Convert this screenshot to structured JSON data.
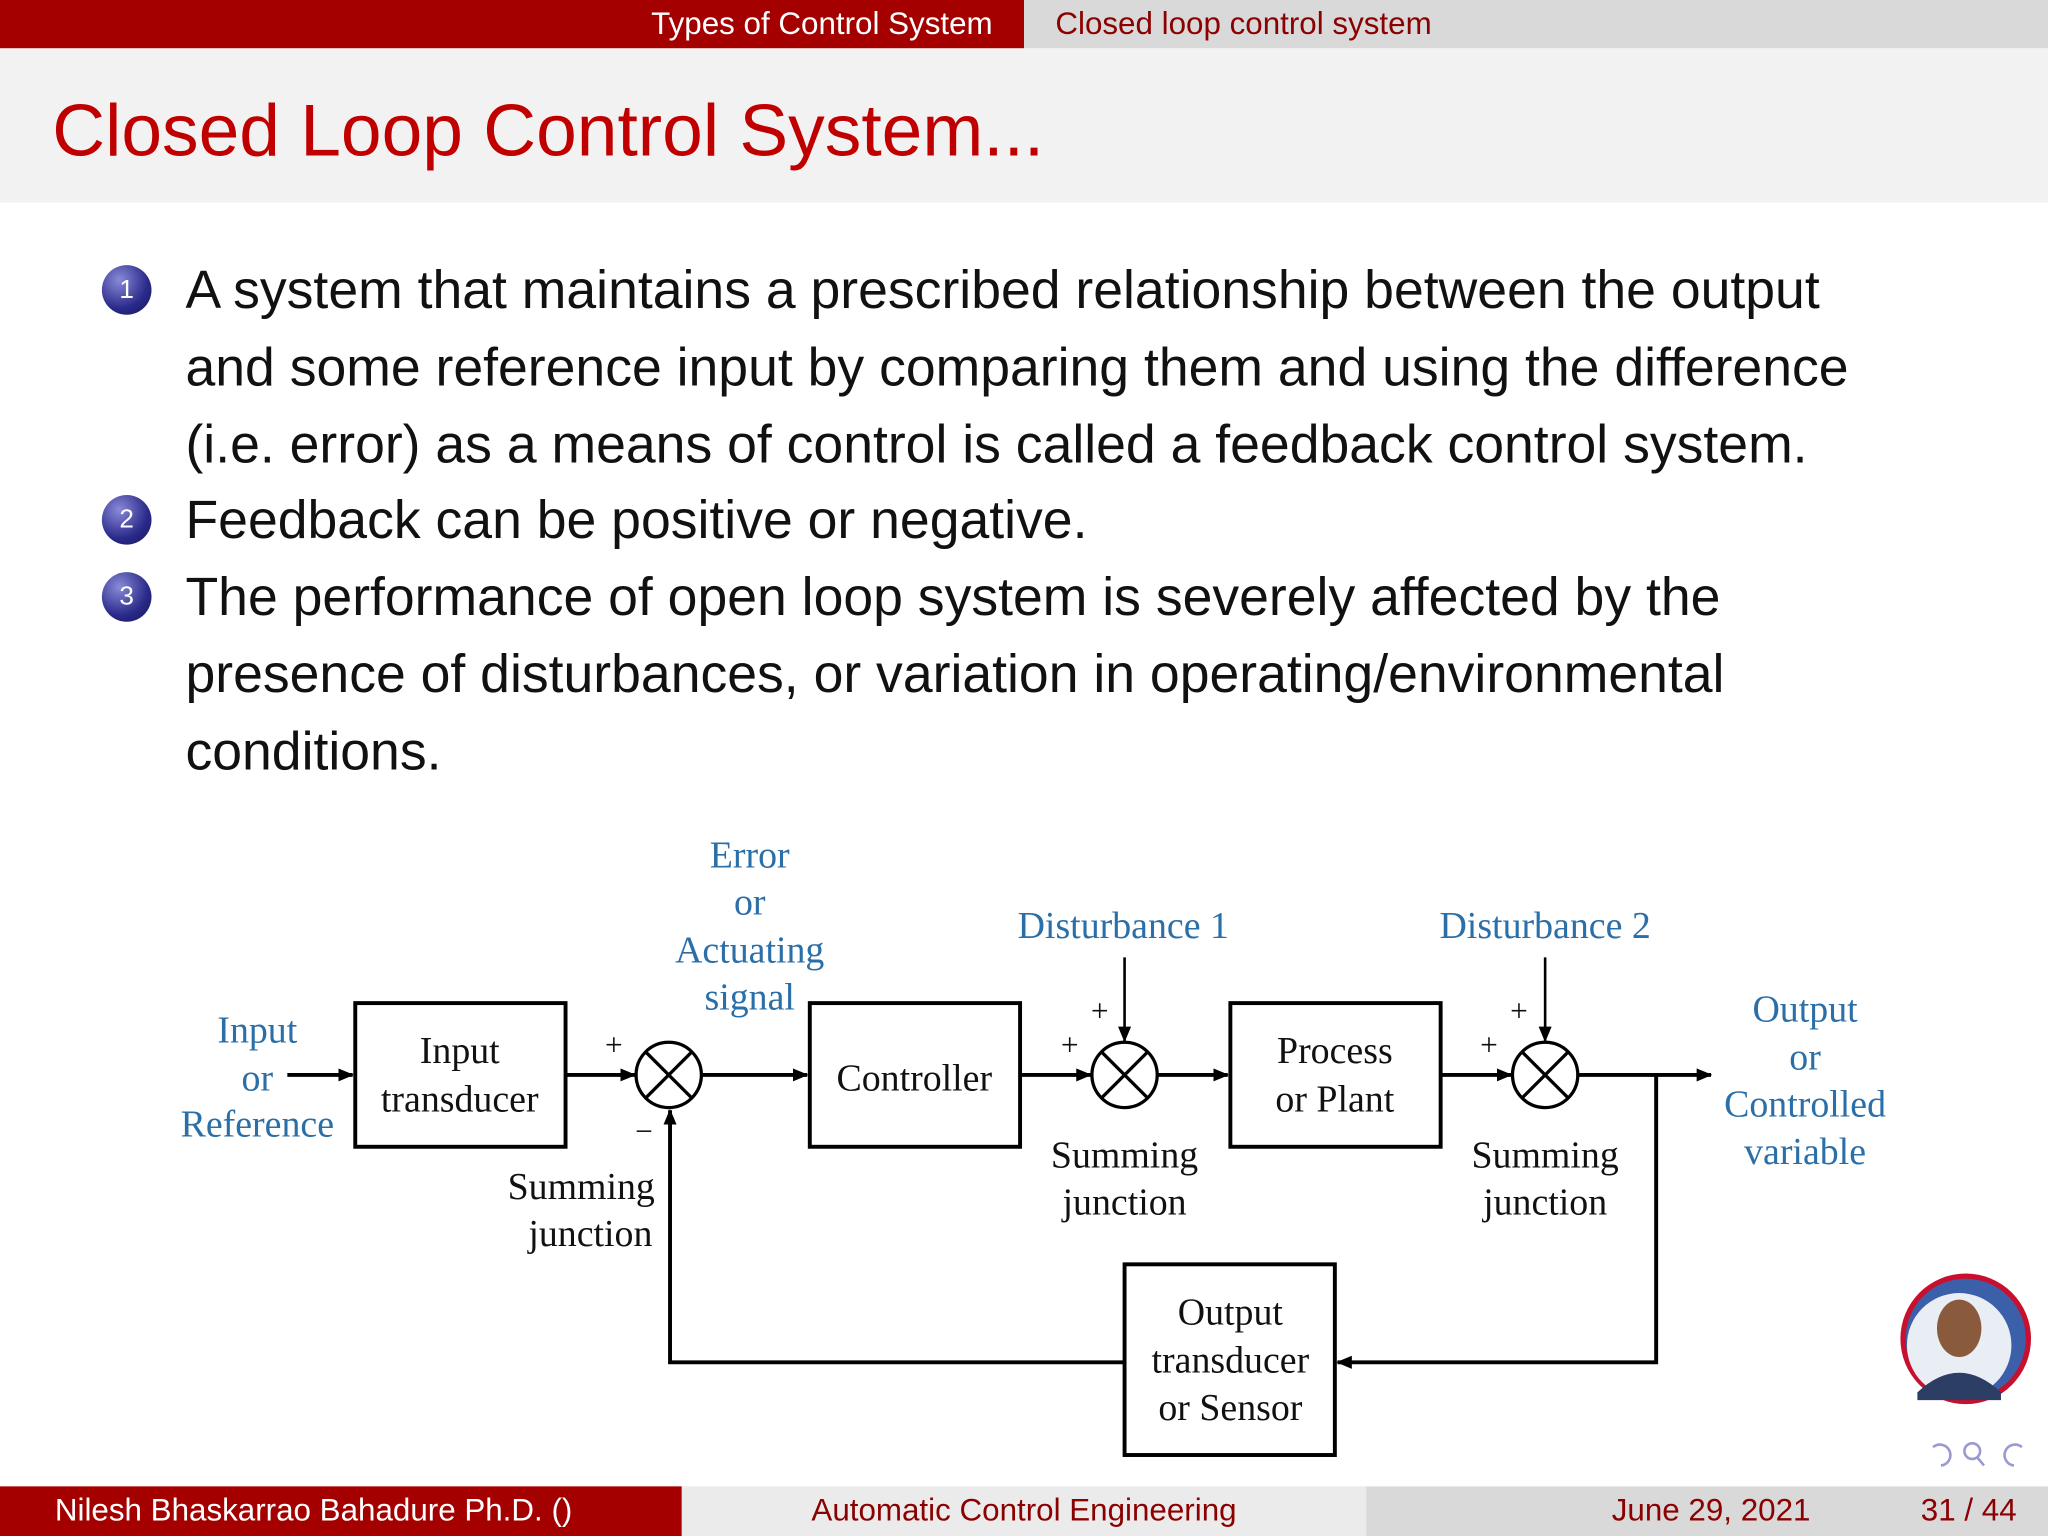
{
  "header": {
    "section": "Types of Control System",
    "subsection": "Closed loop control system"
  },
  "title": "Closed Loop Control System...",
  "bullets": [
    {
      "number": "1",
      "lines": [
        "A system that maintains a prescribed relationship between the output",
        "and some reference input by comparing them and using the difference",
        "(i.e.  error) as a means of control is called a feedback control system."
      ]
    },
    {
      "number": "2",
      "lines": [
        "Feedback can be positive or negative."
      ]
    },
    {
      "number": "3",
      "lines": [
        "The performance of open loop system is severely affected by the",
        "presence of disturbances, or variation in operating/environmental",
        "conditions."
      ]
    }
  ],
  "diagram": {
    "input_label": [
      "Input",
      "or",
      "Reference"
    ],
    "input_transducer": [
      "Input",
      "transducer"
    ],
    "error_label": [
      "Error",
      "or",
      "Actuating",
      "signal"
    ],
    "controller": "Controller",
    "disturbance1": "Disturbance 1",
    "disturbance2": "Disturbance 2",
    "process": [
      "Process",
      "or Plant"
    ],
    "output_label": [
      "Output",
      "or",
      "Controlled",
      "variable"
    ],
    "summing_junction": [
      "Summing",
      "junction"
    ],
    "output_transducer": [
      "Output",
      "transducer",
      "or Sensor"
    ],
    "plus": "+",
    "minus": "−",
    "label_color": "#2b6fa8"
  },
  "footer": {
    "author": "Nilesh Bhaskarrao Bahadure Ph.D.  ()",
    "course": "Automatic Control Engineering",
    "date": "June 29, 2021",
    "page": "31 / 44"
  },
  "colors": {
    "primary": "#a50000",
    "title": "#c00000"
  }
}
